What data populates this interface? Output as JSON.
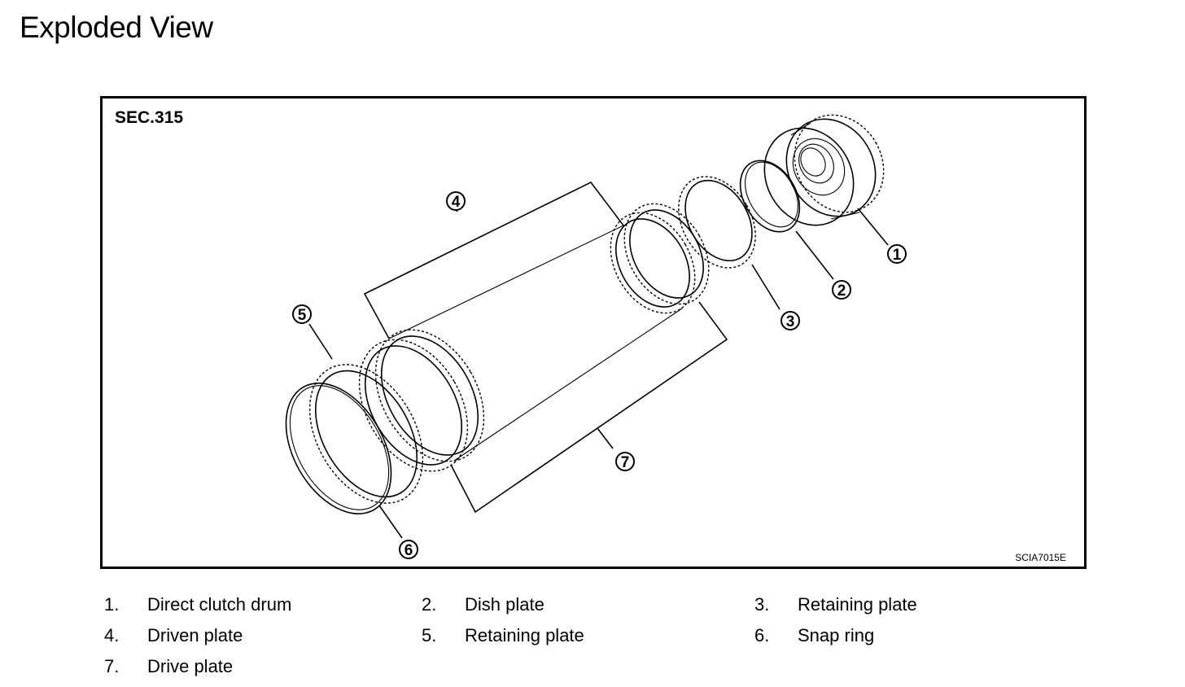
{
  "page": {
    "title": "Exploded View"
  },
  "figure": {
    "section": "SEC.315",
    "code": "SCIA7015E",
    "callouts": [
      "1",
      "2",
      "3",
      "4",
      "5",
      "6",
      "7"
    ]
  },
  "legend": [
    {
      "num": "1.",
      "label": "Direct clutch drum"
    },
    {
      "num": "2.",
      "label": "Dish plate"
    },
    {
      "num": "3.",
      "label": "Retaining plate"
    },
    {
      "num": "4.",
      "label": "Driven plate"
    },
    {
      "num": "5.",
      "label": "Retaining plate"
    },
    {
      "num": "6.",
      "label": "Snap ring"
    },
    {
      "num": "7.",
      "label": "Drive plate"
    }
  ]
}
